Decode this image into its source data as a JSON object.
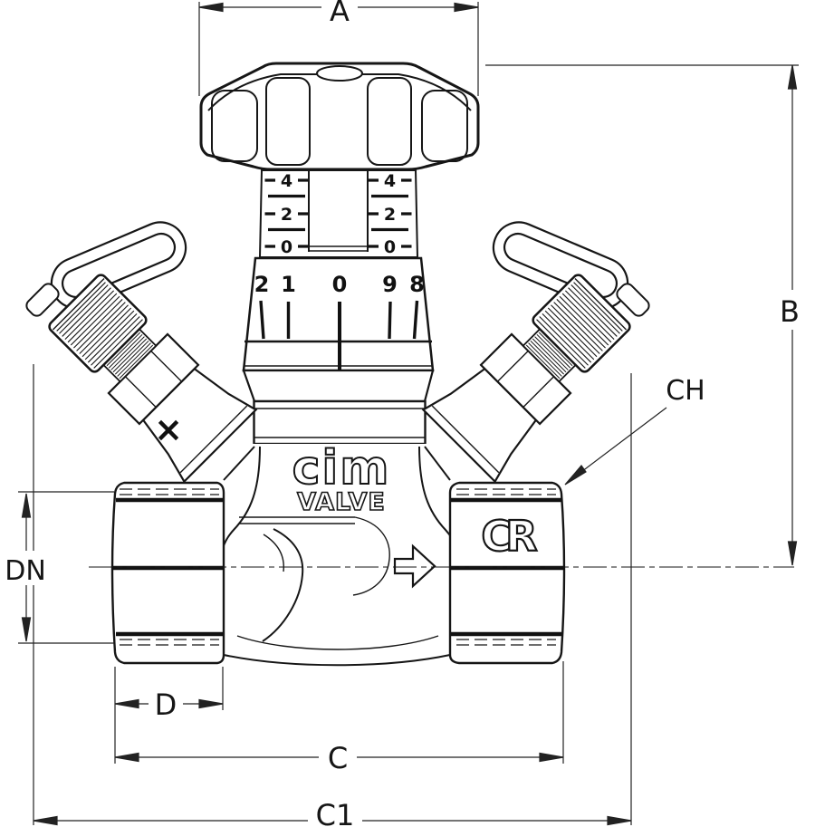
{
  "title": "Balancing valve dimensional drawing",
  "dims": {
    "a": "A",
    "b": "B",
    "ch": "CH",
    "dn": "DN",
    "d": "D",
    "c": "C",
    "c1": "C1"
  },
  "scale": {
    "left": [
      "4",
      "2",
      "0"
    ],
    "right": [
      "4",
      "2",
      "0"
    ]
  },
  "dial": [
    "2",
    "1",
    "0",
    "9",
    "8"
  ],
  "brand": {
    "logo": "cim",
    "word": "VALVE",
    "cast": "CR"
  },
  "marks": {
    "cross": "×"
  },
  "colors": {
    "line": "#161616",
    "background": "#ffffff"
  }
}
